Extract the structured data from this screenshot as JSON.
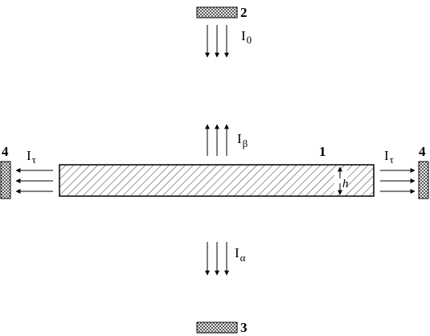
{
  "labels": {
    "sample": "1",
    "top_component": "2",
    "bottom_component": "3",
    "side_component": "4",
    "thickness": "h"
  },
  "fluxes": {
    "incident": {
      "symbol": "I",
      "sub": "0"
    },
    "reflected": {
      "symbol": "I",
      "sub": "β"
    },
    "transmitted": {
      "symbol": "I",
      "sub": "α"
    },
    "lateral": {
      "symbol": "I",
      "sub": "τ"
    }
  },
  "colors": {
    "stroke": "#000000",
    "background": "#ffffff"
  }
}
